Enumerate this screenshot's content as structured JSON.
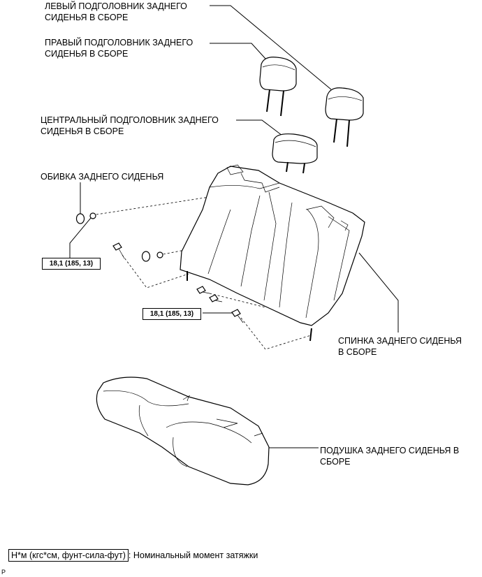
{
  "labels": {
    "left_headrest_l1": "ЛЕВЫЙ ПОДГОЛОВНИК ЗАДНЕГО",
    "left_headrest_l2": "СИДЕНЬЯ В СБОРЕ",
    "right_headrest_l1": "ПРАВЫЙ ПОДГОЛОВНИК ЗАДНЕГО",
    "right_headrest_l2": "СИДЕНЬЯ В СБОРЕ",
    "center_headrest_l1": "ЦЕНТРАЛЬНЫЙ ПОДГОЛОВНИК ЗАДНЕГО",
    "center_headrest_l2": "СИДЕНЬЯ В СБОРЕ",
    "cover": "ОБИВКА ЗАДНЕГО СИДЕНЬЯ",
    "seatback_l1": "СПИНКА ЗАДНЕГО СИДЕНЬЯ",
    "seatback_l2": "В СБОРЕ",
    "cushion_l1": "ПОДУШКА ЗАДНЕГО СИДЕНЬЯ В",
    "cushion_l2": "СБОРЕ"
  },
  "torque_1": "18,1 (185, 13)",
  "torque_2": "18,1 (185, 13)",
  "legend": {
    "unit_box": "Н*м (кгс*см, фунт-сила-фут)",
    "description": ": Номинальный момент затяжки"
  },
  "corner_mark": "P"
}
